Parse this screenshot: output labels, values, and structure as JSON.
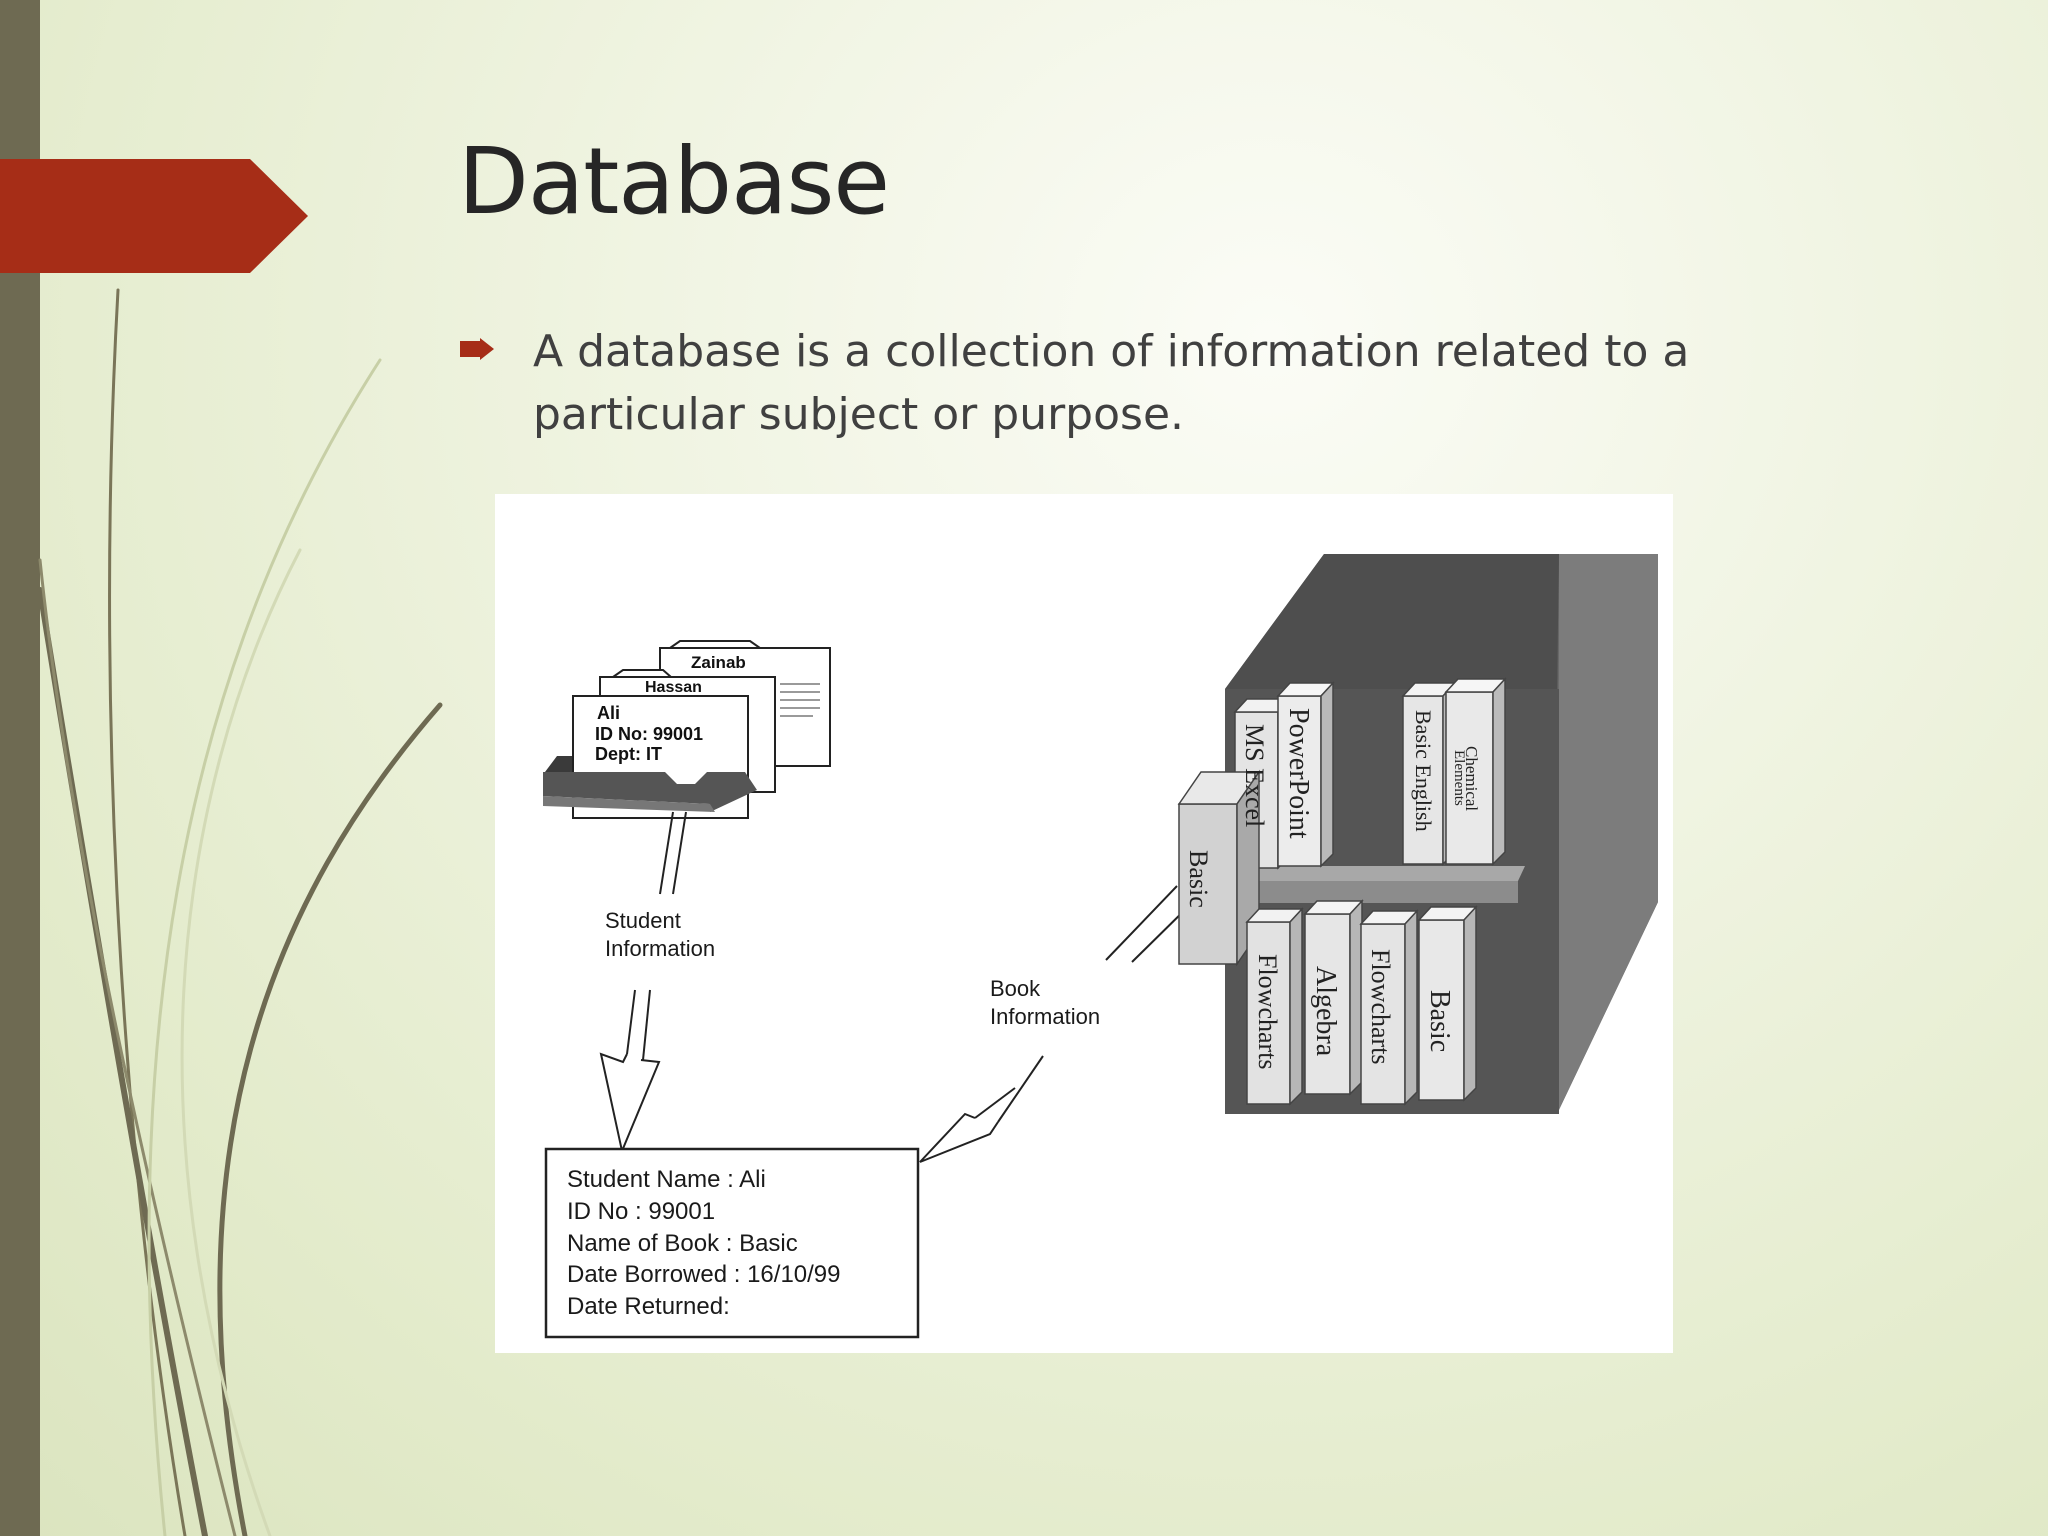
{
  "slide": {
    "title": "Database",
    "bullet_icon": "arrow-right-bullet-icon",
    "bullet": "A database is a collection of information related to a particular subject or purpose."
  },
  "colors": {
    "accent": "#a62d17",
    "sidebar": "#6e6a52",
    "background": "#eef3dd"
  },
  "figure": {
    "cards": {
      "back": "Zainab",
      "middle": "Hassan",
      "front": [
        "Ali",
        "ID No: 99001",
        "Dept: IT"
      ]
    },
    "student_label": [
      "Student",
      "Information"
    ],
    "book_label": [
      "Book",
      "Information"
    ],
    "record": [
      "Student Name : Ali",
      "ID No : 99001",
      "Name of Book : Basic",
      "Date Borrowed : 16/10/99",
      "Date Returned:"
    ],
    "shelf_top_books": [
      "MS Excel",
      "PowerPoint",
      "Basic English",
      "Chemical",
      "Elements"
    ],
    "pulled_book": "Basic",
    "shelf_bottom_books": [
      "Flowcharts",
      "Algebra",
      "Flowcharts",
      "Basic"
    ]
  }
}
